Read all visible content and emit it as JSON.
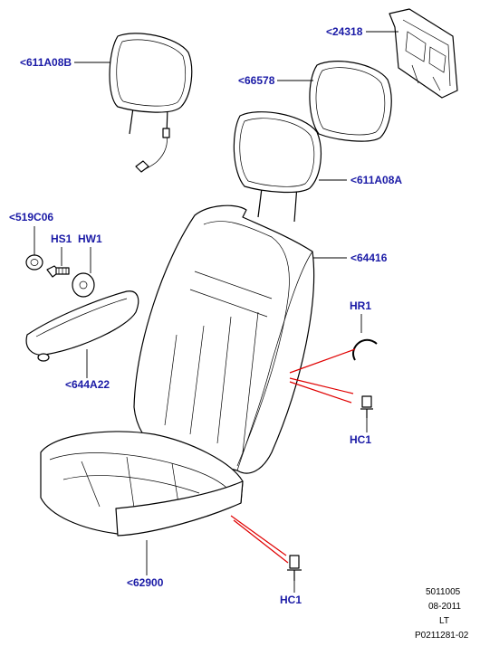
{
  "diagram": {
    "callouts": {
      "headrest_rear_left": "<611A08B",
      "bracket": "<24318",
      "headrest_pad": "<66578",
      "headrest_front": "<611A08A",
      "cap": "<519C06",
      "screw": "HS1",
      "washer": "HW1",
      "backrest_side_panel": "<64416",
      "armrest": "<644A22",
      "hog_ring": "HR1",
      "clip_back": "HC1",
      "cushion": "<62900",
      "clip_cushion": "HC1"
    },
    "footer": {
      "line1": "5011005",
      "line2": "08-2011",
      "line3": "LT",
      "line4": "P0211281-02"
    },
    "colors": {
      "callout_text": "#1a1aa6",
      "leader_red": "#e00000",
      "line_art": "#000000"
    }
  }
}
